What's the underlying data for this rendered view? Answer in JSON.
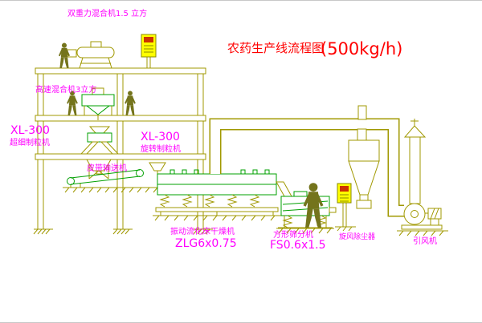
{
  "title": {
    "main": "农药生产线流程图",
    "capacity": "(500kg/h)"
  },
  "labels": {
    "gravity_mixer": "双重力混合机1.5 立方",
    "high_speed_mixer": "高速混合机3立方",
    "granulator_left_model": "XL-300",
    "granulator_left_name": "超细制粒机",
    "granulator_mid_model": "XL-300",
    "granulator_mid_name": "旋转制粒机",
    "belt_conveyor": "皮带输送机",
    "dryer_name": "振动流化床干燥机",
    "dryer_model": "ZLG6x0.75",
    "sieve_name": "方形筛分机",
    "sieve_model": "FS0.6x1.5",
    "dust_collector": "旋风除尘器",
    "fan": "引风机"
  },
  "colors": {
    "structure": "#a09800",
    "equipment": "#00a000",
    "label": "#ff00ff",
    "title": "#ff0000",
    "cabinet": "#ffff00",
    "figure": "#74741c",
    "background": "#ffffff"
  }
}
